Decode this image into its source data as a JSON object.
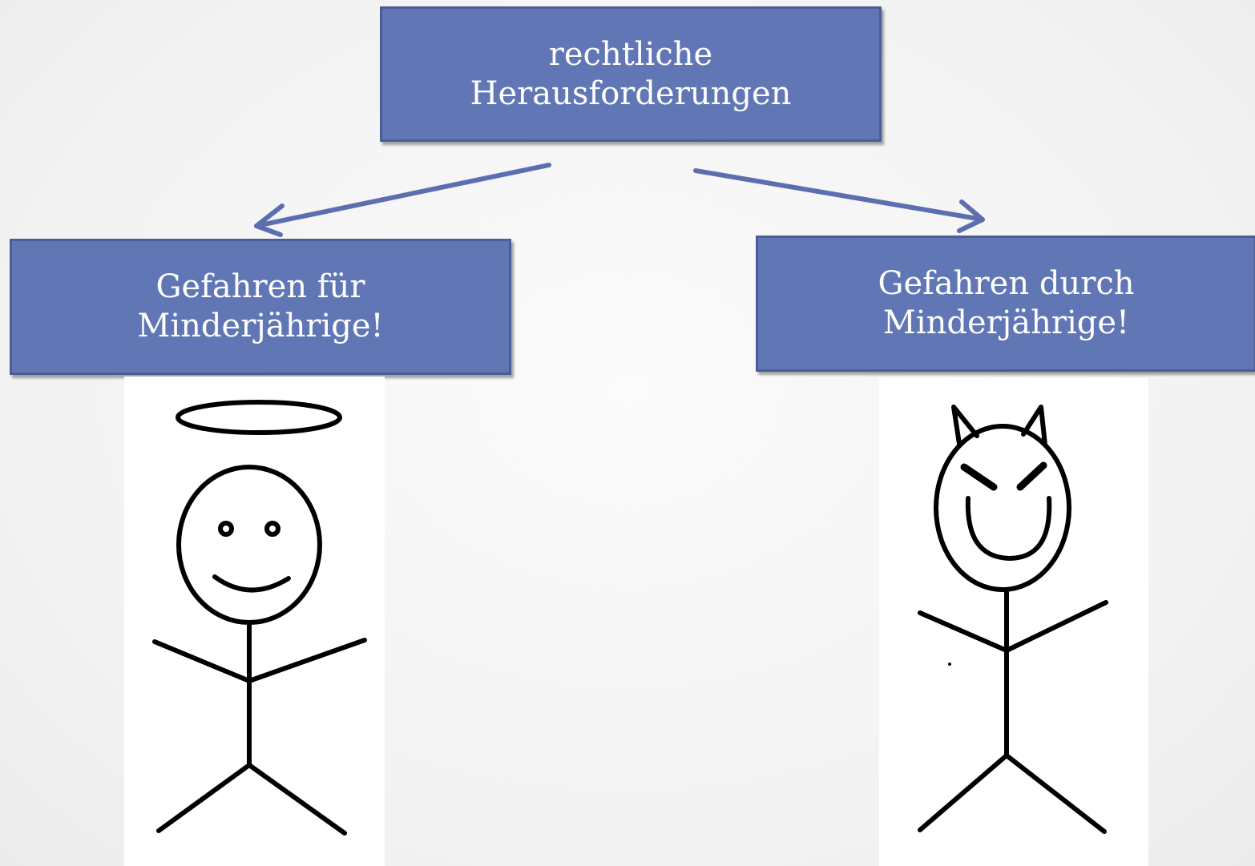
{
  "diagram": {
    "root": {
      "lines": [
        "rechtliche",
        "Herausforderungen"
      ]
    },
    "left_branch": {
      "lines": [
        "Gefahren für",
        "Minderjährige!"
      ]
    },
    "right_branch": {
      "lines": [
        "Gefahren durch",
        "Minderjährige!"
      ]
    }
  },
  "colors": {
    "box_fill": "#6177b5",
    "box_border": "#4a5d94",
    "arrow": "#5b6fb0",
    "text": "#ffffff",
    "figure_stroke": "#000000"
  },
  "illustrations": {
    "left": "angel-stick-figure-icon",
    "right": "devil-stick-figure-icon"
  }
}
